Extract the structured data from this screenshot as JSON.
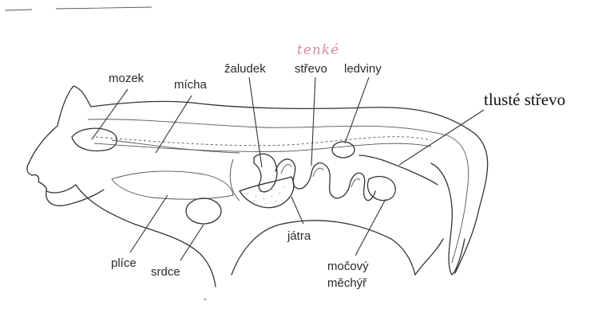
{
  "labels": {
    "mozek": "mozek",
    "micha": "mícha",
    "zaludek": "žaludek",
    "strevo": "střevo",
    "ledviny": "ledviny",
    "tluste_strevo": "tlusté střevo",
    "tenke": "tenké",
    "plice": "plíce",
    "srdce": "srdce",
    "jatra": "játra",
    "mocovy": "močový",
    "mechyr": "měchýř"
  },
  "colors": {
    "handwriting": "#d98aa4",
    "line": "#333333"
  }
}
